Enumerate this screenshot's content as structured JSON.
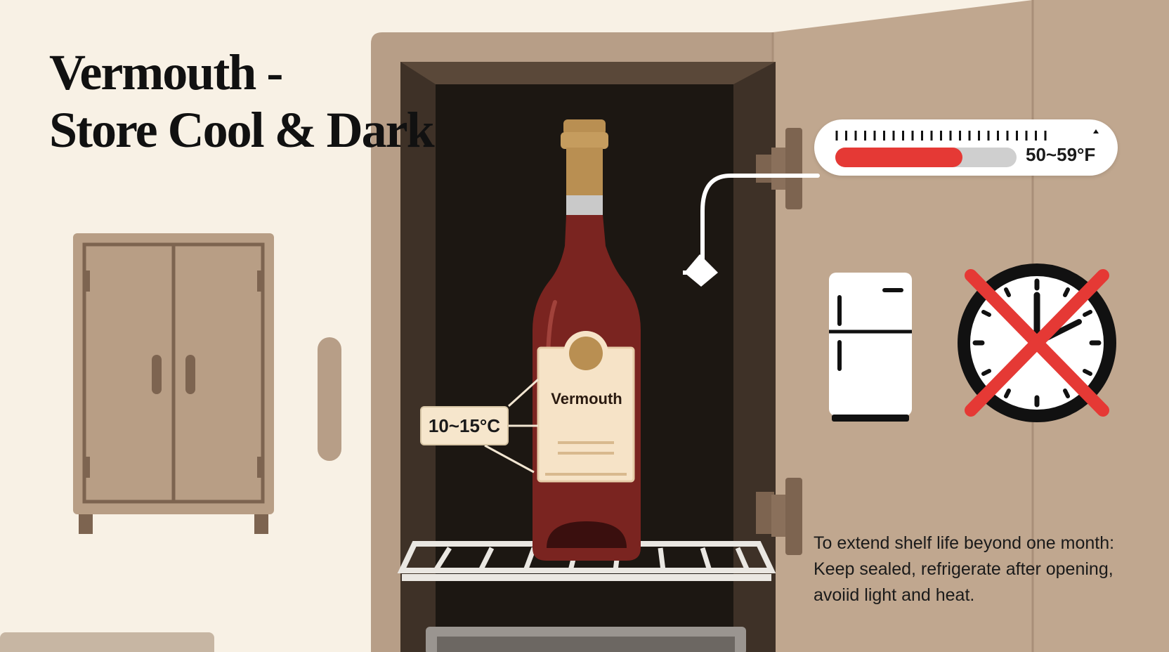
{
  "title": {
    "line1": "Vermouth -",
    "line2": "Store Cool & Dark"
  },
  "bottle": {
    "label": "Vermouth",
    "temp_celsius": "10~15°C"
  },
  "thermometer": {
    "range_label": "50~59°F",
    "fill_fraction": 0.7,
    "fill_color": "#e53935"
  },
  "tip": {
    "line1": "To extend shelf life beyond one month:",
    "line2": "Keep sealed, refrigerate after opening,",
    "line3": "avoiid light and heat."
  },
  "icons": [
    "refrigerator-icon",
    "no-clock-icon",
    "arrow-icon"
  ],
  "colors": {
    "background": "#f8f1e5",
    "cabinet": "#b79e87",
    "wine": "#7a2420"
  }
}
